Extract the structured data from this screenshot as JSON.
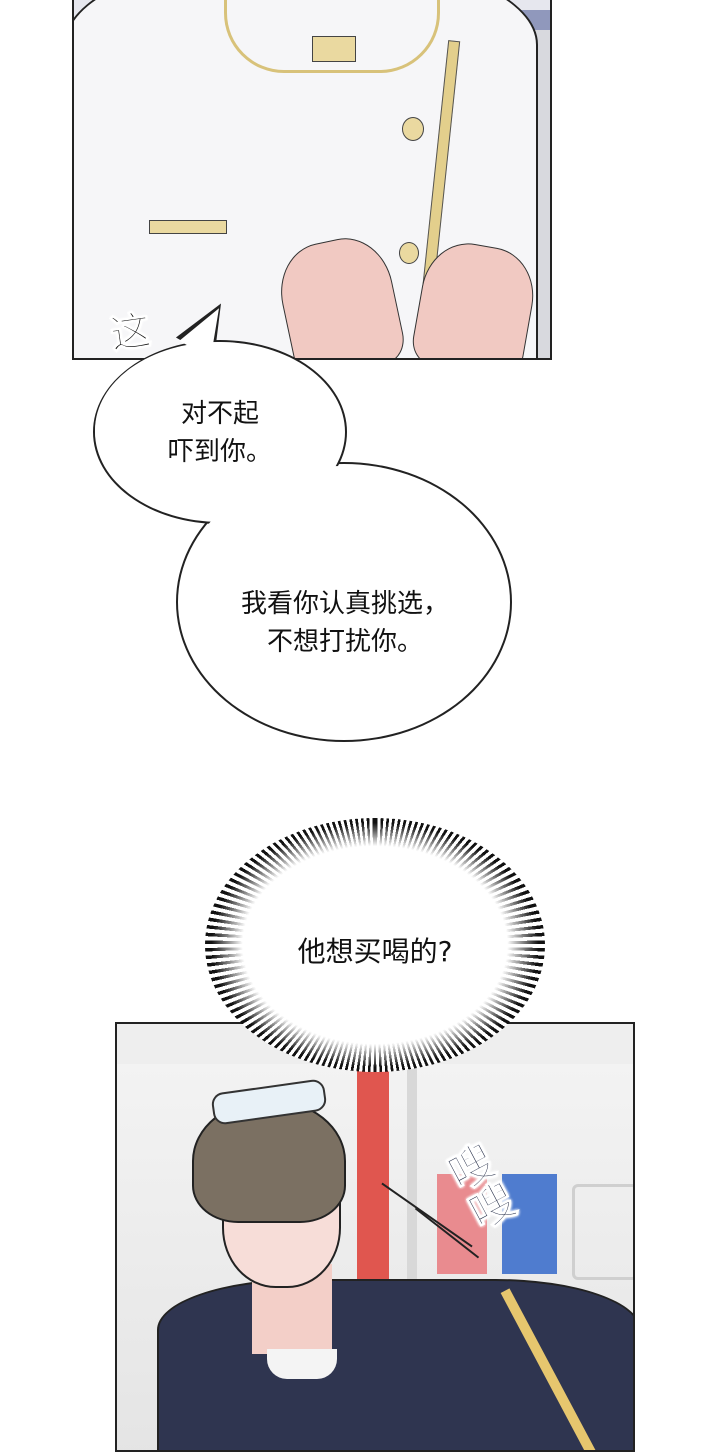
{
  "panels": [
    {
      "id": "panel-1",
      "description": "close-up of white chef jacket with gold trim, hands raised",
      "sfx": "这"
    },
    {
      "id": "panel-2",
      "description": "young man with brown hair and goggles on head, navy jacket with gold stripe, turning his head",
      "sfx": "嗖嗖"
    }
  ],
  "dialogue": {
    "bubble1": "对不起\n吓到你。",
    "bubble2": "我看你认真挑选，\n不想打扰你。",
    "thought": "他想买喝的?"
  },
  "colors": {
    "gold_trim": "#e3cf8c",
    "jacket_navy": "#2f3550",
    "pillar_red": "#e0564f",
    "box_blue": "#4f7ccf",
    "sfx_navy": "#1c2540"
  }
}
